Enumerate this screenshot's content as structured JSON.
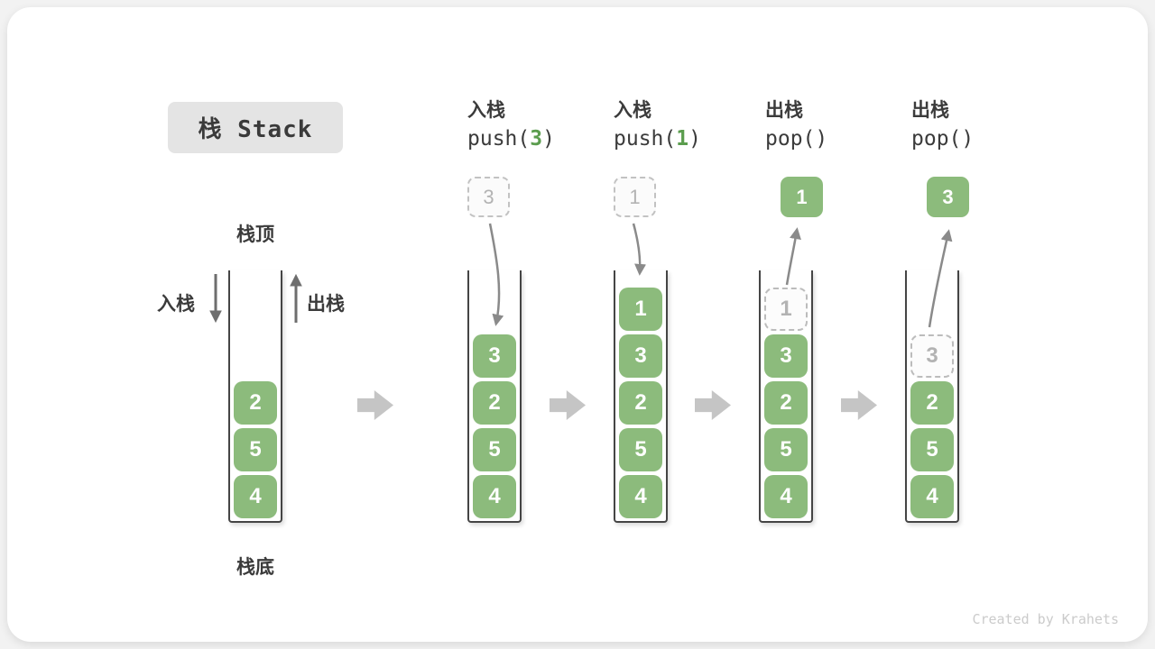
{
  "title_badge": "栈 Stack",
  "annotations": {
    "stack_top": "栈顶",
    "stack_bottom": "栈底",
    "push_side": "入栈",
    "pop_side": "出栈"
  },
  "footer": "Created by Krahets",
  "colors": {
    "cell_green": "#8cbb7c",
    "code_green": "#5b9d4e",
    "badge_bg": "#e4e4e4",
    "ghost_border": "#bcbcbc",
    "block_arrow": "#c5c5c5",
    "curve_arrow": "#8a8a8a",
    "text_dark": "#3b3b3b"
  },
  "stages": [
    {
      "name": "initial",
      "cells": [
        {
          "v": "2"
        },
        {
          "v": "5"
        },
        {
          "v": "4"
        }
      ]
    },
    {
      "name": "push-3",
      "header": {
        "op": "入栈",
        "code": [
          {
            "t": "push("
          },
          {
            "t": "3",
            "green": true
          },
          {
            "t": ")"
          }
        ]
      },
      "floating": {
        "v": "3",
        "variant": "dashed"
      },
      "cells": [
        {
          "v": "3"
        },
        {
          "v": "2"
        },
        {
          "v": "5"
        },
        {
          "v": "4"
        }
      ]
    },
    {
      "name": "push-1",
      "header": {
        "op": "入栈",
        "code": [
          {
            "t": "push("
          },
          {
            "t": "1",
            "green": true
          },
          {
            "t": ")"
          }
        ]
      },
      "floating": {
        "v": "1",
        "variant": "dashed"
      },
      "cells": [
        {
          "v": "1"
        },
        {
          "v": "3"
        },
        {
          "v": "2"
        },
        {
          "v": "5"
        },
        {
          "v": "4"
        }
      ]
    },
    {
      "name": "pop-1",
      "header": {
        "op": "出栈",
        "code": [
          {
            "t": "pop()"
          }
        ]
      },
      "floating": {
        "v": "1",
        "variant": "solid"
      },
      "cells": [
        {
          "v": "1",
          "ghost": true
        },
        {
          "v": "3"
        },
        {
          "v": "2"
        },
        {
          "v": "5"
        },
        {
          "v": "4"
        }
      ]
    },
    {
      "name": "pop-3",
      "header": {
        "op": "出栈",
        "code": [
          {
            "t": "pop()"
          }
        ]
      },
      "floating": {
        "v": "3",
        "variant": "solid"
      },
      "cells": [
        {
          "v": "3",
          "ghost": true
        },
        {
          "v": "2"
        },
        {
          "v": "5"
        },
        {
          "v": "4"
        }
      ]
    }
  ]
}
